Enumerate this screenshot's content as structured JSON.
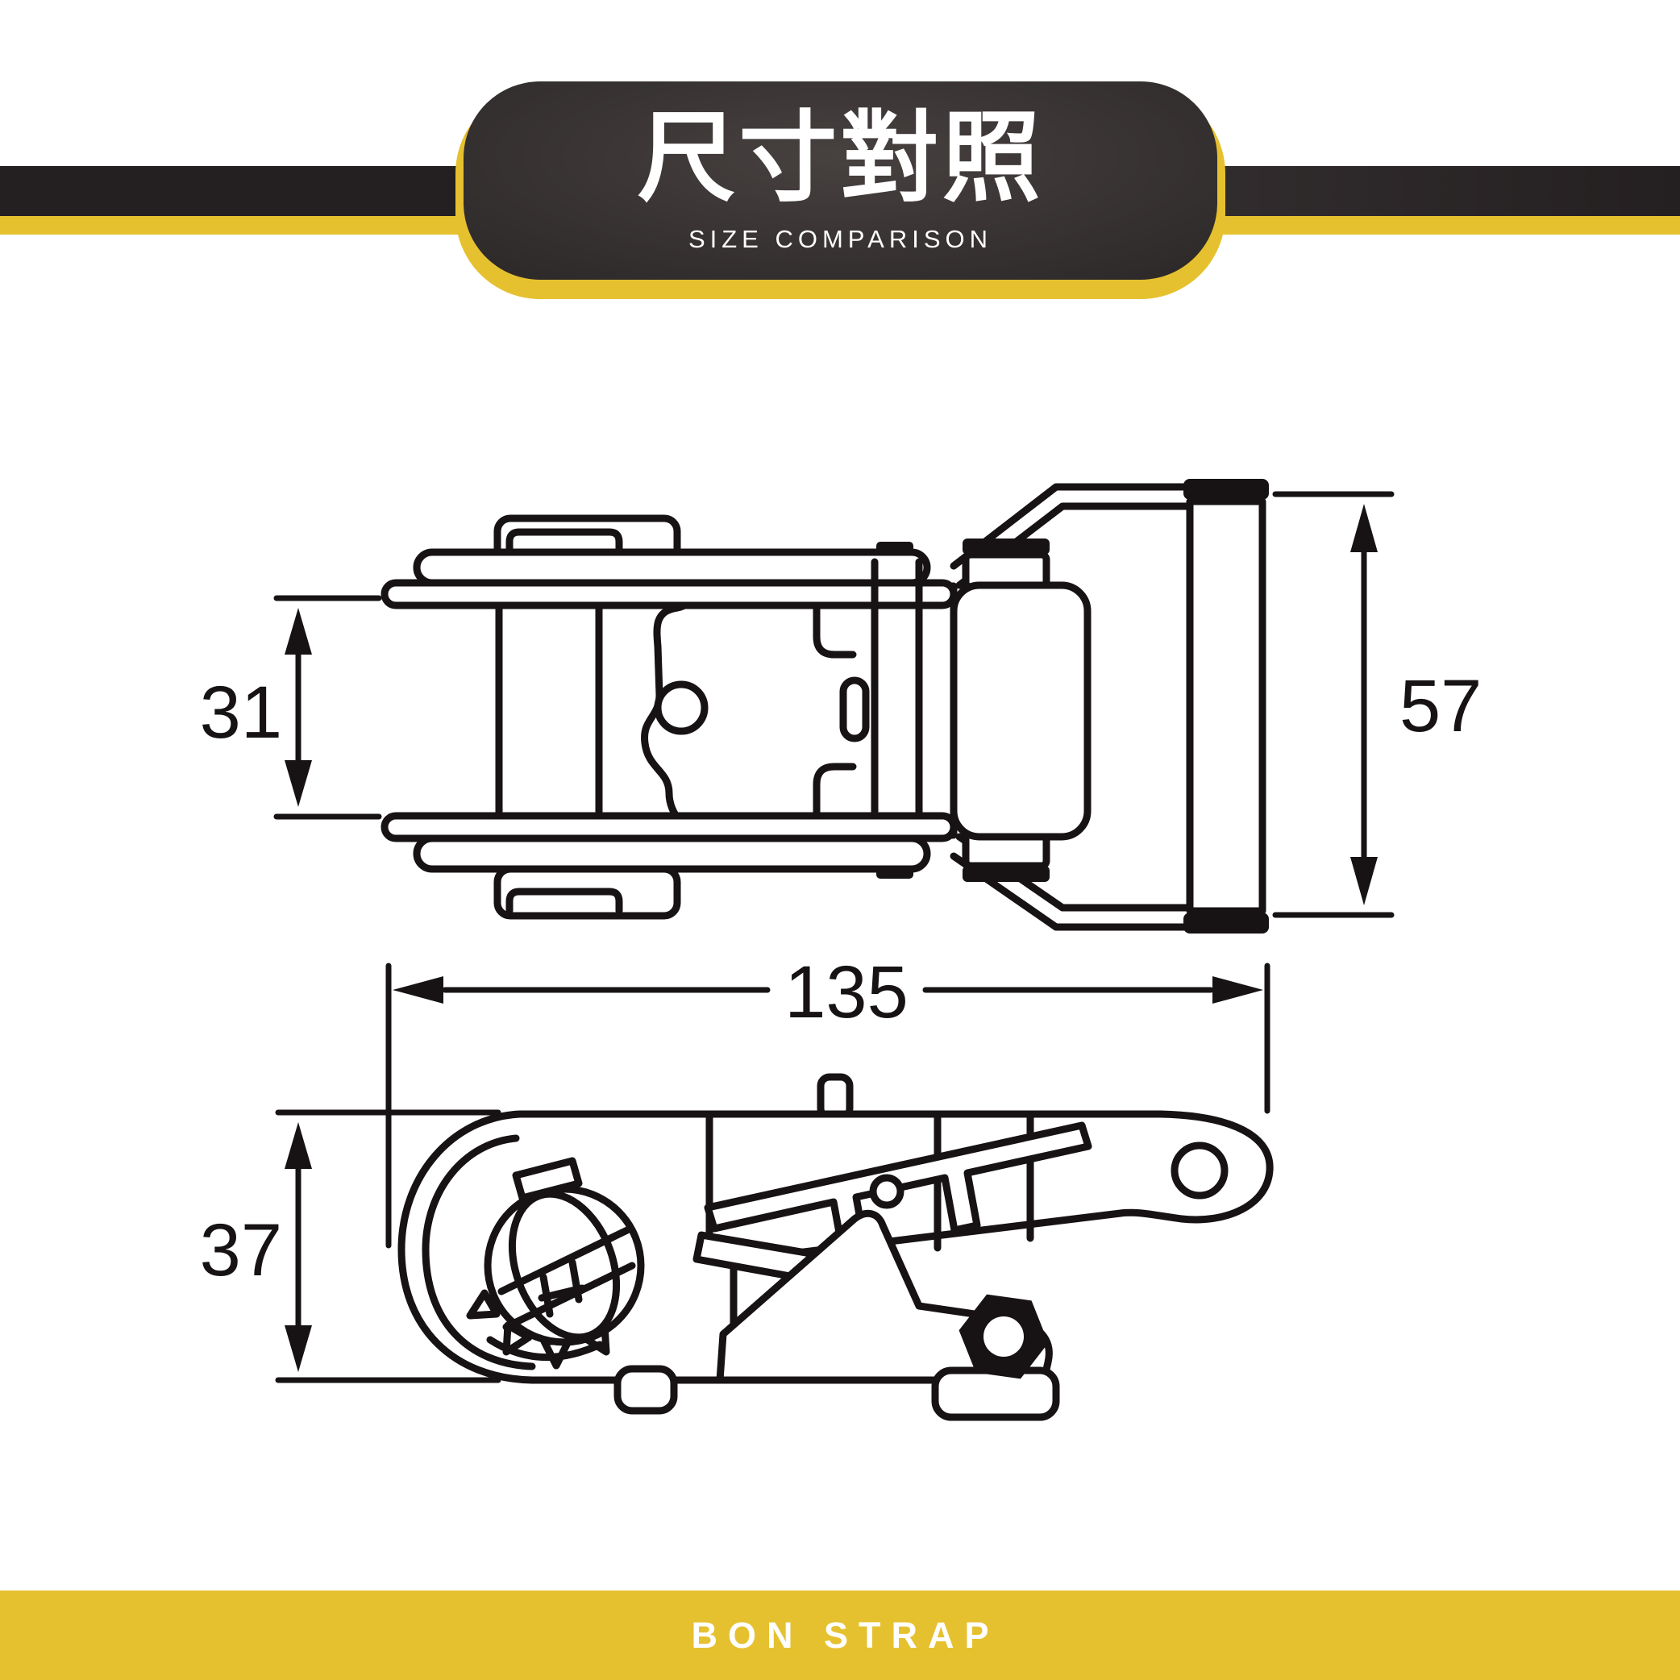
{
  "header": {
    "title": "尺寸對照",
    "subtitle": "SIZE COMPARISON"
  },
  "dims": {
    "strap_width": {
      "value": "31",
      "view": "top",
      "orientation": "vertical"
    },
    "overall_height": {
      "value": "57",
      "view": "top",
      "orientation": "vertical"
    },
    "overall_length": {
      "value": "135",
      "view": "side",
      "orientation": "horizontal"
    },
    "body_height": {
      "value": "37",
      "view": "side",
      "orientation": "vertical"
    }
  },
  "footer": {
    "brand": "BON STRAP"
  },
  "colors": {
    "accent_yellow": "#E6C12F",
    "banner_black": "#231F20",
    "line_color": "#171314",
    "background": "#FFFFFF",
    "text_white": "#FFFFFF"
  }
}
